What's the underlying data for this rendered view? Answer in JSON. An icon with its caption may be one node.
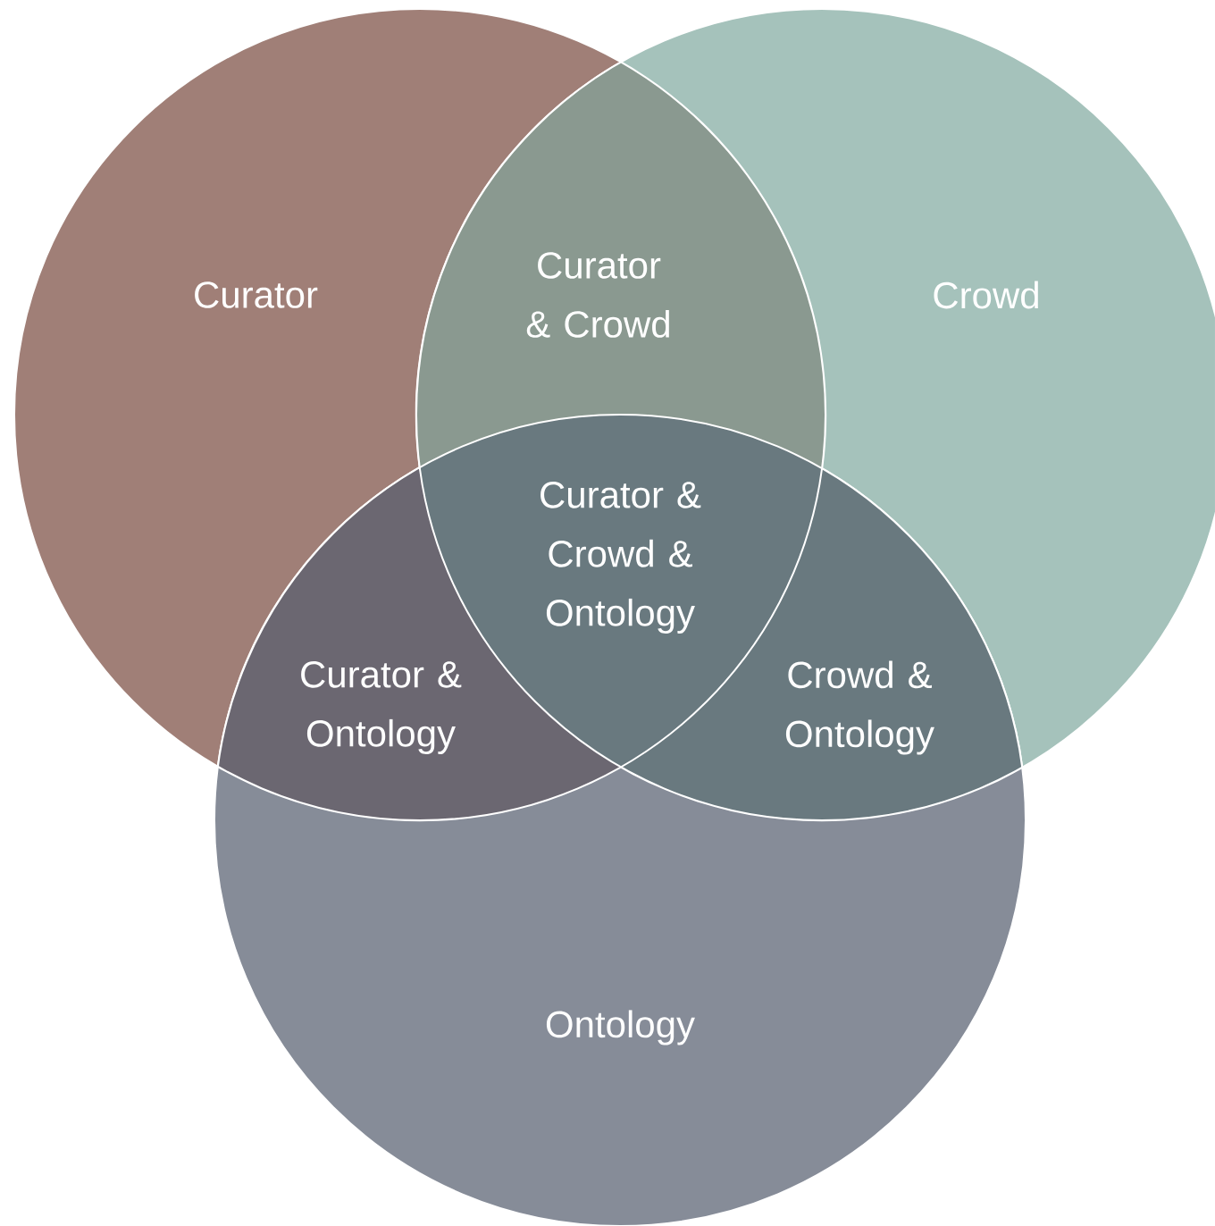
{
  "diagram": {
    "nodes": [
      {
        "text": [
          "Curator"
        ]
      },
      {
        "text": [
          "Crowd"
        ]
      },
      {
        "text": [
          "Ontology"
        ]
      }
    ],
    "labels": [
      "Curator & Crowd",
      "Curator & Crowd & Ontology",
      "Curator & Ontology",
      "Crowd & Ontology"
    ]
  }
}
